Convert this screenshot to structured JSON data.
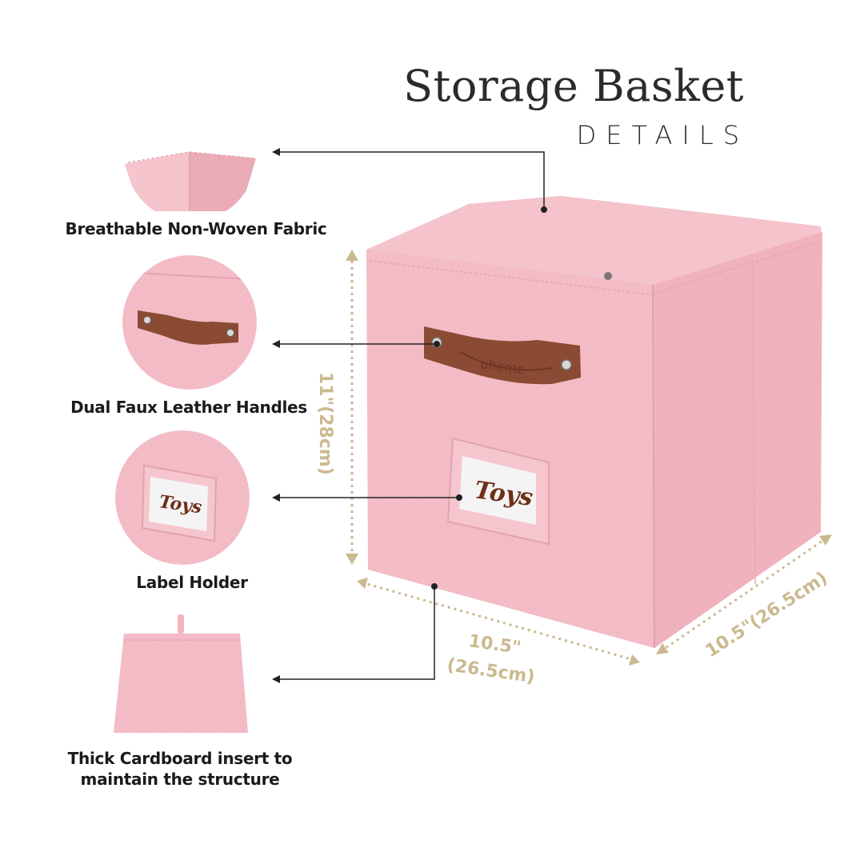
{
  "header": {
    "title": "Storage Basket",
    "subtitle": "DETAILS"
  },
  "features": [
    {
      "label": "Breathable Non-Woven Fabric",
      "icon": "fabric-corner-icon"
    },
    {
      "label": "Dual Faux Leather Handles",
      "icon": "leather-handle-icon"
    },
    {
      "label": "Label Holder",
      "icon": "label-holder-icon"
    },
    {
      "label": "Thick Cardboard insert to",
      "label_line2": "maintain the structure",
      "icon": "cardboard-insert-icon"
    }
  ],
  "product": {
    "label_card_text": "Toys",
    "handle_brand_text": "uheme"
  },
  "dimensions": {
    "height": "11\"(28cm)",
    "front_width_line1": "10.5\"",
    "front_width_line2": "(26.5cm)",
    "depth": "10.5\"(26.5cm)"
  },
  "colors": {
    "basket_pink": "#f2bcc5",
    "leather_brown": "#8b4a33",
    "dimension_gold": "#cbb98f",
    "text_dark": "#1b1b1b"
  }
}
